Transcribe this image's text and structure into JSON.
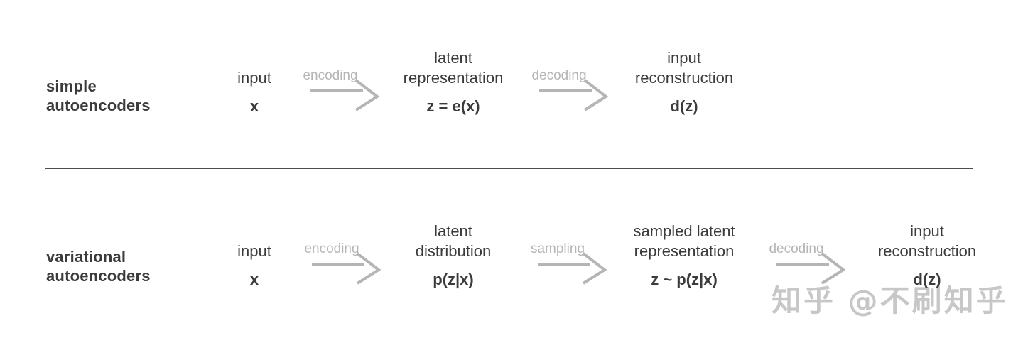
{
  "colors": {
    "text_dark": "#3b3b3b",
    "arrow_gray": "#b5b5b5",
    "divider": "#4d4d4d",
    "watermark_gray": "#c7c7c7",
    "background": "#ffffff"
  },
  "rows": [
    {
      "label": {
        "line1": "simple",
        "line2": "autoencoders"
      },
      "nodes": [
        {
          "title_line2": "input",
          "formula": "x"
        },
        {
          "title_line1": "latent",
          "title_line2": "representation",
          "formula": "z = e(x)"
        },
        {
          "title_line1": "input",
          "title_line2": "reconstruction",
          "formula": "d(z)"
        }
      ],
      "arrows": [
        {
          "label": "encoding"
        },
        {
          "label": "decoding"
        }
      ]
    },
    {
      "label": {
        "line1": "variational",
        "line2": "autoencoders"
      },
      "nodes": [
        {
          "title_line2": "input",
          "formula": "x"
        },
        {
          "title_line1": "latent",
          "title_line2": "distribution",
          "formula": "p(z|x)"
        },
        {
          "title_line1": "sampled latent",
          "title_line2": "representation",
          "formula": "z ~ p(z|x)"
        },
        {
          "title_line1": "input",
          "title_line2": "reconstruction",
          "formula": "d(z)"
        }
      ],
      "arrows": [
        {
          "label": "encoding"
        },
        {
          "label": "sampling"
        },
        {
          "label": "decoding"
        }
      ]
    }
  ],
  "watermark": {
    "text": "知乎 @不刷知乎"
  }
}
